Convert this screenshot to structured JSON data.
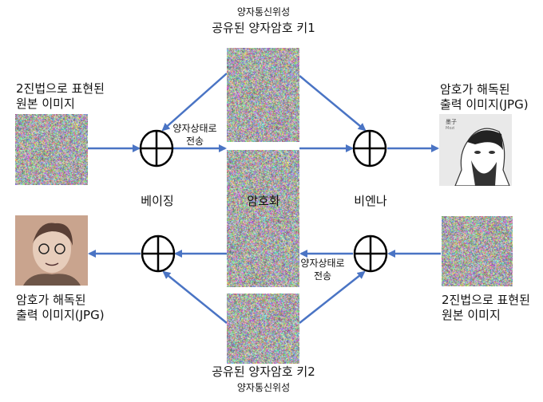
{
  "top": {
    "satellite": "양자통신위성",
    "key": "공유된 양자암호 키1"
  },
  "bottom": {
    "satellite": "양자통신위성",
    "key": "공유된 양자암호 키2"
  },
  "source_label": {
    "line1": "2진법으로 표현된",
    "line2": "원본 이미지"
  },
  "output_label": {
    "line1": "암호가 해독된",
    "line2": "출력 이미지(JPG)"
  },
  "transmit": {
    "line1": "양자상태로",
    "line2": "전송"
  },
  "cities": {
    "left": "베이징",
    "center": "암호화",
    "right": "비엔나"
  },
  "portrait_caption": {
    "name_cn": "墨子",
    "name_en": "Mozi"
  },
  "colors": {
    "arrow": "#4a74c4"
  }
}
